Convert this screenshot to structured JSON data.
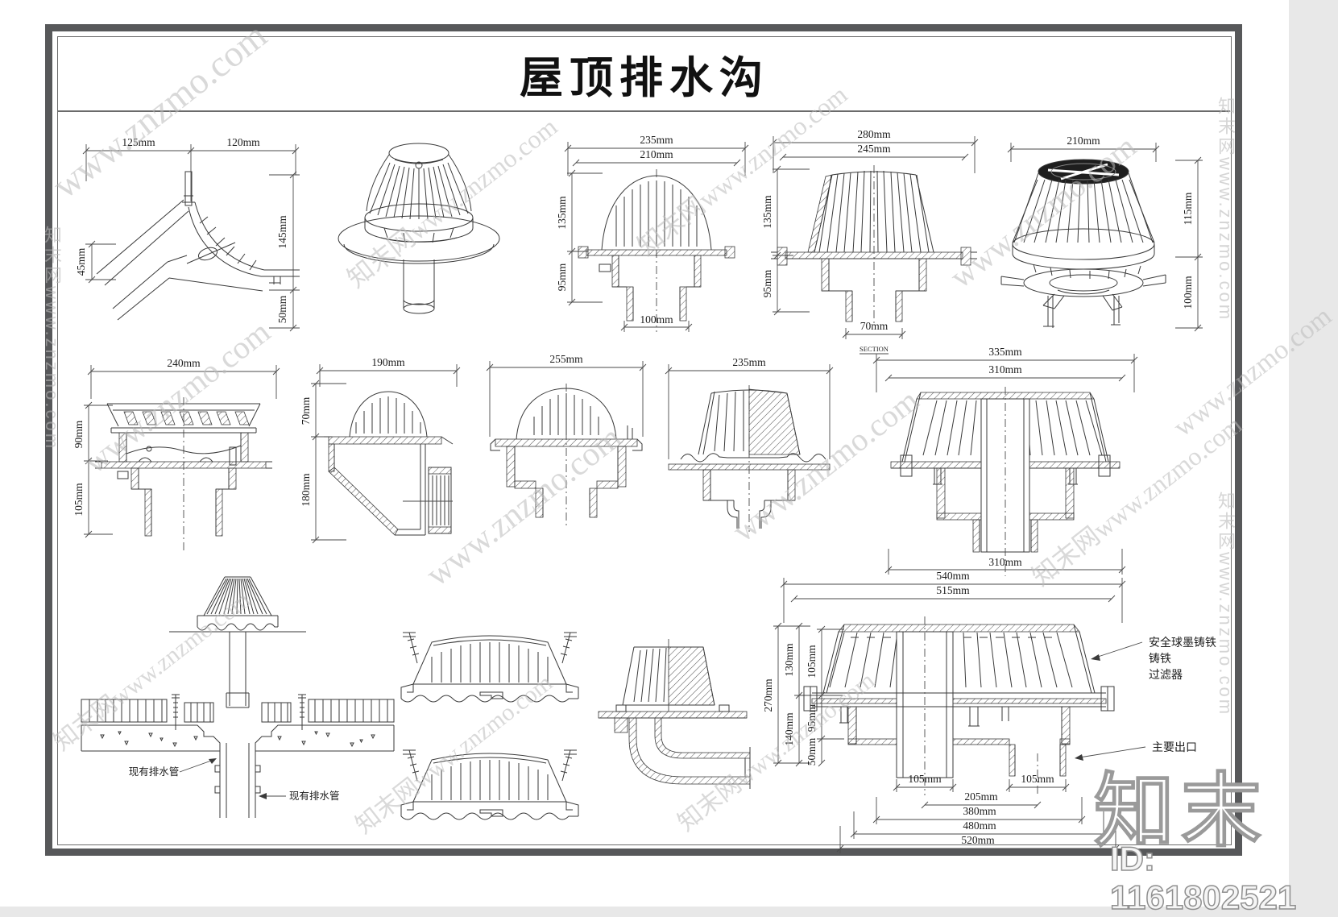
{
  "page": {
    "title": "屋顶排水沟",
    "logo_text": "知末",
    "id_text": "ID: 1161802521"
  },
  "watermarks": {
    "url": "www.znzmo.com",
    "site": "知末网www.znzmo.com"
  },
  "figures": {
    "fig1": {
      "top1": "125mm",
      "top2": "120mm",
      "left1": "45mm",
      "right1": "145mm",
      "right2": "50mm"
    },
    "fig3": {
      "top1": "235mm",
      "top2": "210mm",
      "left1": "135mm",
      "left2": "95mm",
      "bottom1": "100mm"
    },
    "fig4": {
      "top1": "280mm",
      "top2": "245mm",
      "left1": "135mm",
      "left2": "95mm",
      "bottom1": "70mm",
      "caption": "SECTION"
    },
    "fig5": {
      "top1": "210mm",
      "right1": "115mm",
      "right2": "100mm"
    },
    "fig6": {
      "top1": "240mm",
      "left1": "90mm",
      "left2": "105mm"
    },
    "fig7": {
      "top1": "190mm",
      "left1": "70mm",
      "left2": "180mm"
    },
    "fig8": {
      "top1": "255mm"
    },
    "fig9": {
      "top1": "235mm"
    },
    "fig10": {
      "top1": "335mm",
      "top2": "310mm",
      "bottom1": "310mm"
    },
    "fig11": {
      "label_left": "现有排水管",
      "label_right": "现有排水管"
    },
    "fig14": {
      "top1": "540mm",
      "top2": "515mm",
      "left_a": "270mm",
      "left_b1": "130mm",
      "left_b2": "140mm",
      "left_c1": "105mm",
      "left_c2": "95mm",
      "left_c3": "50mm",
      "bottom_p1": "105mm",
      "bottom_p2": "105mm",
      "bottom1": "205mm",
      "bottom2": "380mm",
      "bottom3": "480mm",
      "bottom4": "520mm",
      "note_line1": "安全球墨铸铁",
      "note_line2": "铸铁",
      "note_line3": "过滤器",
      "note_outlet": "主要出口"
    }
  }
}
